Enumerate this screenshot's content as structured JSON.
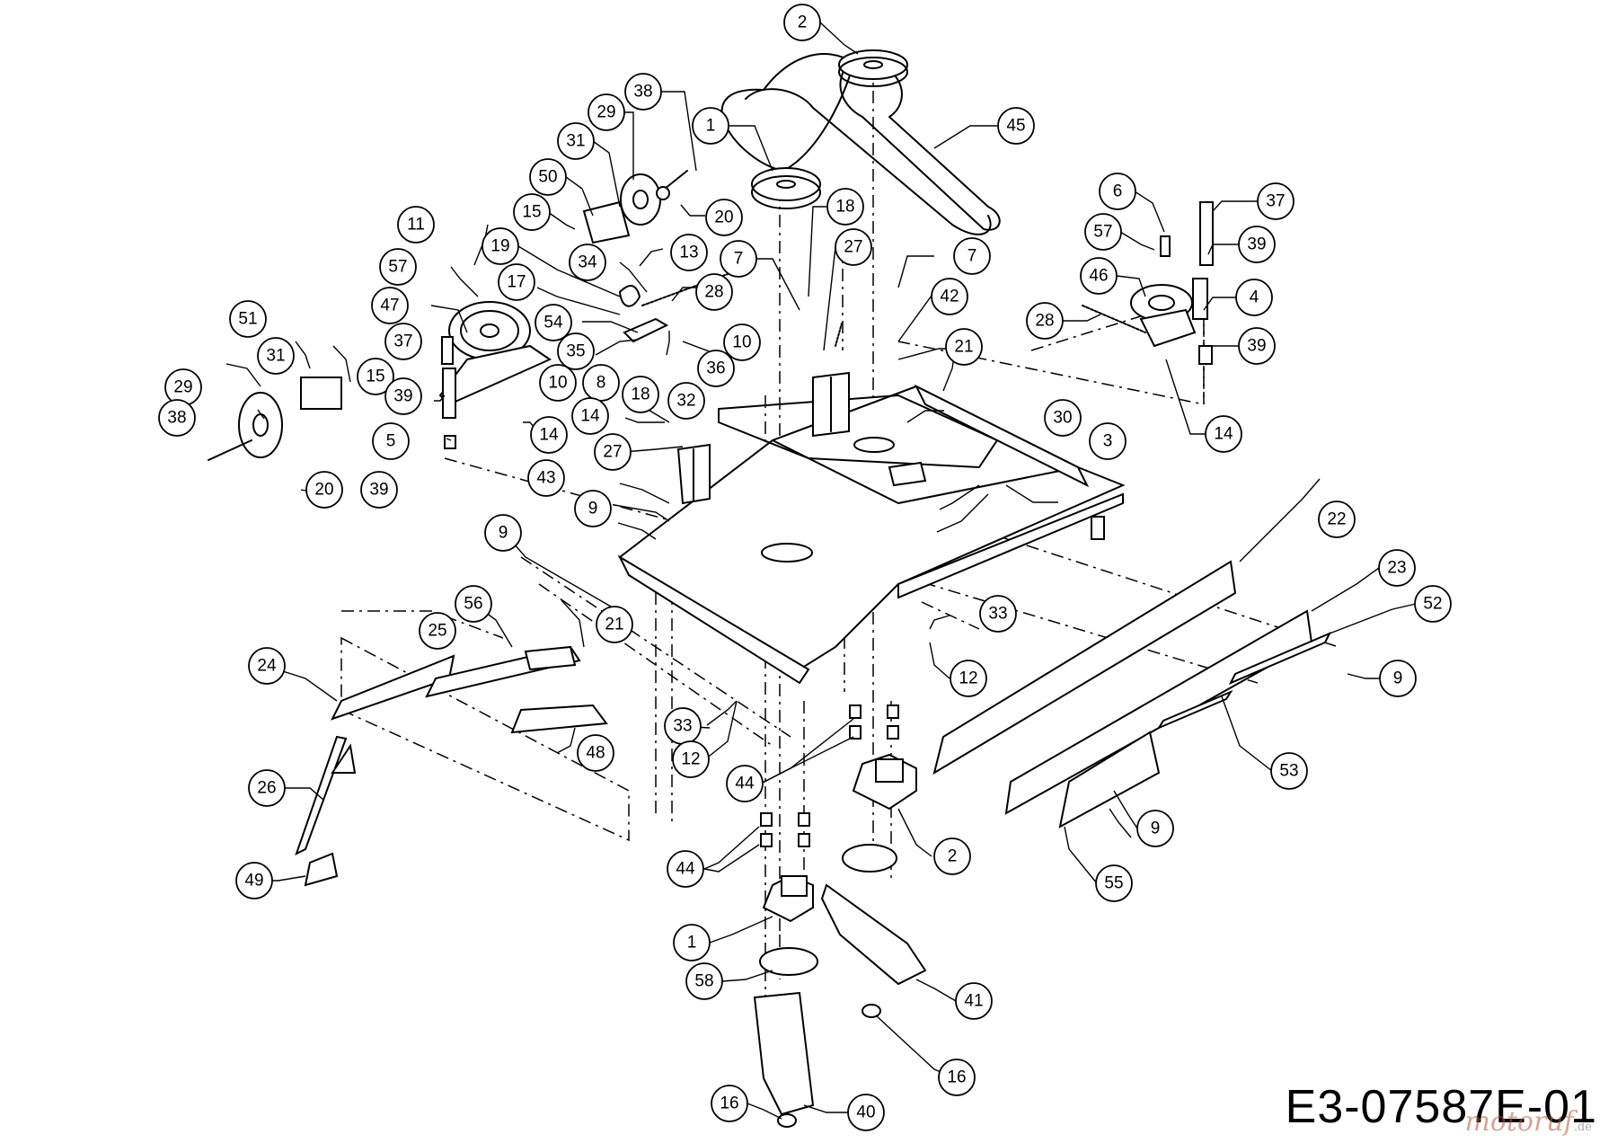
{
  "diagram": {
    "code": "E3-07587E-01",
    "watermark": "motoruf",
    "watermark_tld": ".de"
  },
  "callouts": [
    {
      "id": "c01",
      "label": "2"
    },
    {
      "id": "c02",
      "label": "1"
    },
    {
      "id": "c03",
      "label": "45"
    },
    {
      "id": "c04",
      "label": "38"
    },
    {
      "id": "c05",
      "label": "29"
    },
    {
      "id": "c06",
      "label": "31"
    },
    {
      "id": "c07",
      "label": "50"
    },
    {
      "id": "c08",
      "label": "15"
    },
    {
      "id": "c09",
      "label": "20"
    },
    {
      "id": "c10",
      "label": "18"
    },
    {
      "id": "c11",
      "label": "27"
    },
    {
      "id": "c12",
      "label": "7"
    },
    {
      "id": "c13",
      "label": "7"
    },
    {
      "id": "c14",
      "label": "6"
    },
    {
      "id": "c15",
      "label": "37"
    },
    {
      "id": "c16",
      "label": "57"
    },
    {
      "id": "c17",
      "label": "39"
    },
    {
      "id": "c18",
      "label": "46"
    },
    {
      "id": "c19",
      "label": "4"
    },
    {
      "id": "c20",
      "label": "28"
    },
    {
      "id": "c21",
      "label": "39"
    },
    {
      "id": "c22",
      "label": "14"
    },
    {
      "id": "c23",
      "label": "11"
    },
    {
      "id": "c24",
      "label": "19"
    },
    {
      "id": "c25",
      "label": "34"
    },
    {
      "id": "c26",
      "label": "13"
    },
    {
      "id": "c27",
      "label": "57"
    },
    {
      "id": "c28",
      "label": "17"
    },
    {
      "id": "c29",
      "label": "28"
    },
    {
      "id": "c30",
      "label": "47"
    },
    {
      "id": "c31",
      "label": "51"
    },
    {
      "id": "c32",
      "label": "54"
    },
    {
      "id": "c33",
      "label": "10"
    },
    {
      "id": "c34",
      "label": "42"
    },
    {
      "id": "c35",
      "label": "37"
    },
    {
      "id": "c36",
      "label": "35"
    },
    {
      "id": "c37",
      "label": "36"
    },
    {
      "id": "c38",
      "label": "21"
    },
    {
      "id": "c39",
      "label": "15"
    },
    {
      "id": "c40",
      "label": "31"
    },
    {
      "id": "c41",
      "label": "29"
    },
    {
      "id": "c42",
      "label": "39"
    },
    {
      "id": "c43",
      "label": "10"
    },
    {
      "id": "c44",
      "label": "8"
    },
    {
      "id": "c45",
      "label": "32"
    },
    {
      "id": "c46",
      "label": "38"
    },
    {
      "id": "c47",
      "label": "14"
    },
    {
      "id": "c48",
      "label": "5"
    },
    {
      "id": "c49",
      "label": "18"
    },
    {
      "id": "c50",
      "label": "14"
    },
    {
      "id": "c51",
      "label": "30"
    },
    {
      "id": "c52",
      "label": "3"
    },
    {
      "id": "c53",
      "label": "20"
    },
    {
      "id": "c54",
      "label": "39"
    },
    {
      "id": "c55",
      "label": "27"
    },
    {
      "id": "c56",
      "label": "43"
    },
    {
      "id": "c57",
      "label": "9"
    },
    {
      "id": "c58",
      "label": "9"
    },
    {
      "id": "c59",
      "label": "22"
    },
    {
      "id": "c60",
      "label": "23"
    },
    {
      "id": "c61",
      "label": "52"
    },
    {
      "id": "c62",
      "label": "56"
    },
    {
      "id": "c63",
      "label": "33"
    },
    {
      "id": "c64",
      "label": "21"
    },
    {
      "id": "c65",
      "label": "25"
    },
    {
      "id": "c66",
      "label": "24"
    },
    {
      "id": "c67",
      "label": "12"
    },
    {
      "id": "c68",
      "label": "9"
    },
    {
      "id": "c69",
      "label": "33"
    },
    {
      "id": "c70",
      "label": "48"
    },
    {
      "id": "c71",
      "label": "12"
    },
    {
      "id": "c72",
      "label": "53"
    },
    {
      "id": "c73",
      "label": "26"
    },
    {
      "id": "c74",
      "label": "44"
    },
    {
      "id": "c75",
      "label": "9"
    },
    {
      "id": "c76",
      "label": "2"
    },
    {
      "id": "c77",
      "label": "44"
    },
    {
      "id": "c78",
      "label": "55"
    },
    {
      "id": "c79",
      "label": "49"
    },
    {
      "id": "c80",
      "label": "1"
    },
    {
      "id": "c81",
      "label": "41"
    },
    {
      "id": "c82",
      "label": "58"
    },
    {
      "id": "c83",
      "label": "16"
    },
    {
      "id": "c84",
      "label": "16"
    },
    {
      "id": "c85",
      "label": "40"
    }
  ]
}
